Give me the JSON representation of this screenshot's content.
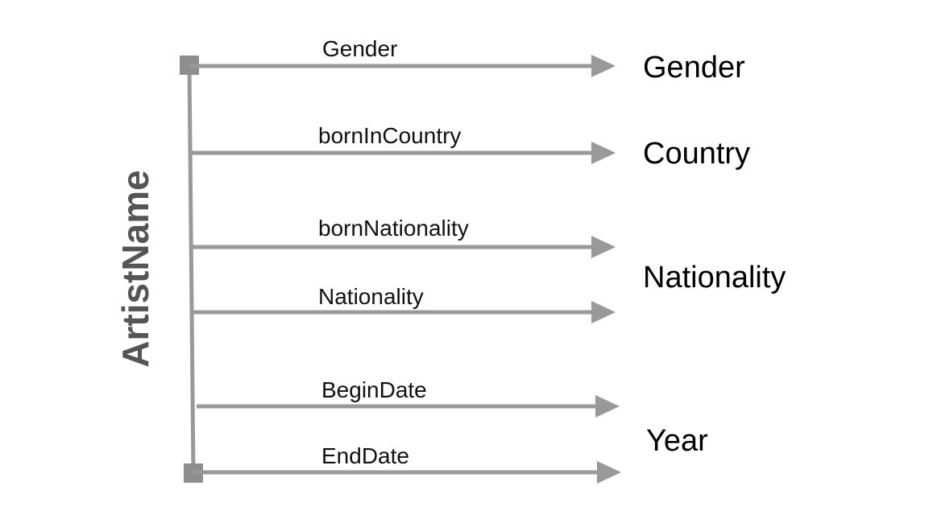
{
  "source": {
    "label": "ArtistName"
  },
  "relations": [
    {
      "label": "Gender"
    },
    {
      "label": "bornInCountry"
    },
    {
      "label": "bornNationality"
    },
    {
      "label": "Nationality"
    },
    {
      "label": "BeginDate"
    },
    {
      "label": "EndDate"
    }
  ],
  "targets": [
    {
      "label": "Gender"
    },
    {
      "label": "Country"
    },
    {
      "label": "Nationality"
    },
    {
      "label": "Year"
    }
  ],
  "colors": {
    "line": "#999999",
    "endpoint": "#8e8e8e",
    "source_text": "#555555",
    "edge_text": "#111111",
    "target_text": "#000000"
  }
}
